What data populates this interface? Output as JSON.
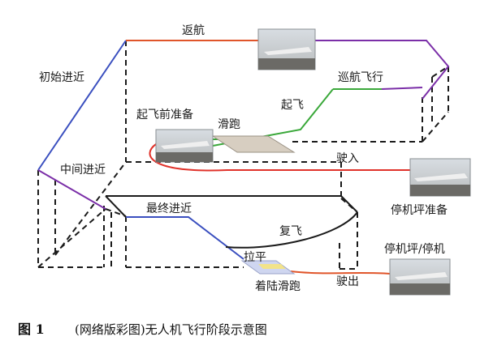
{
  "diagram": {
    "phases": {
      "return": "返航",
      "initial_approach": "初始进近",
      "cruise": "巡航飞行",
      "takeoff": "起飞",
      "pre_takeoff_prep": "起飞前准备",
      "taxi": "滑跑",
      "taxi_in": "驶入",
      "intermediate_approach": "中间进近",
      "apron_prep": "停机坪准备",
      "final_approach": "最终进近",
      "go_around": "复飞",
      "flare": "拉平",
      "apron_park": "停机坪/停机",
      "landing_rollout": "着陆滑跑",
      "taxi_out": "驶出"
    },
    "colors": {
      "return": "#e0552a",
      "initial_approach": "#3a4fbf",
      "cruise": "#7b2fa8",
      "takeoff": "#3aa83a",
      "taxi_in": "#e0322a",
      "intermediate_approach": "#7b2fa8",
      "final_approach": "#3a4fbf",
      "go_around": "#1a1a1a"
    }
  },
  "caption": {
    "number": "图 1",
    "text": "(网络版彩图)无人机飞行阶段示意图"
  }
}
